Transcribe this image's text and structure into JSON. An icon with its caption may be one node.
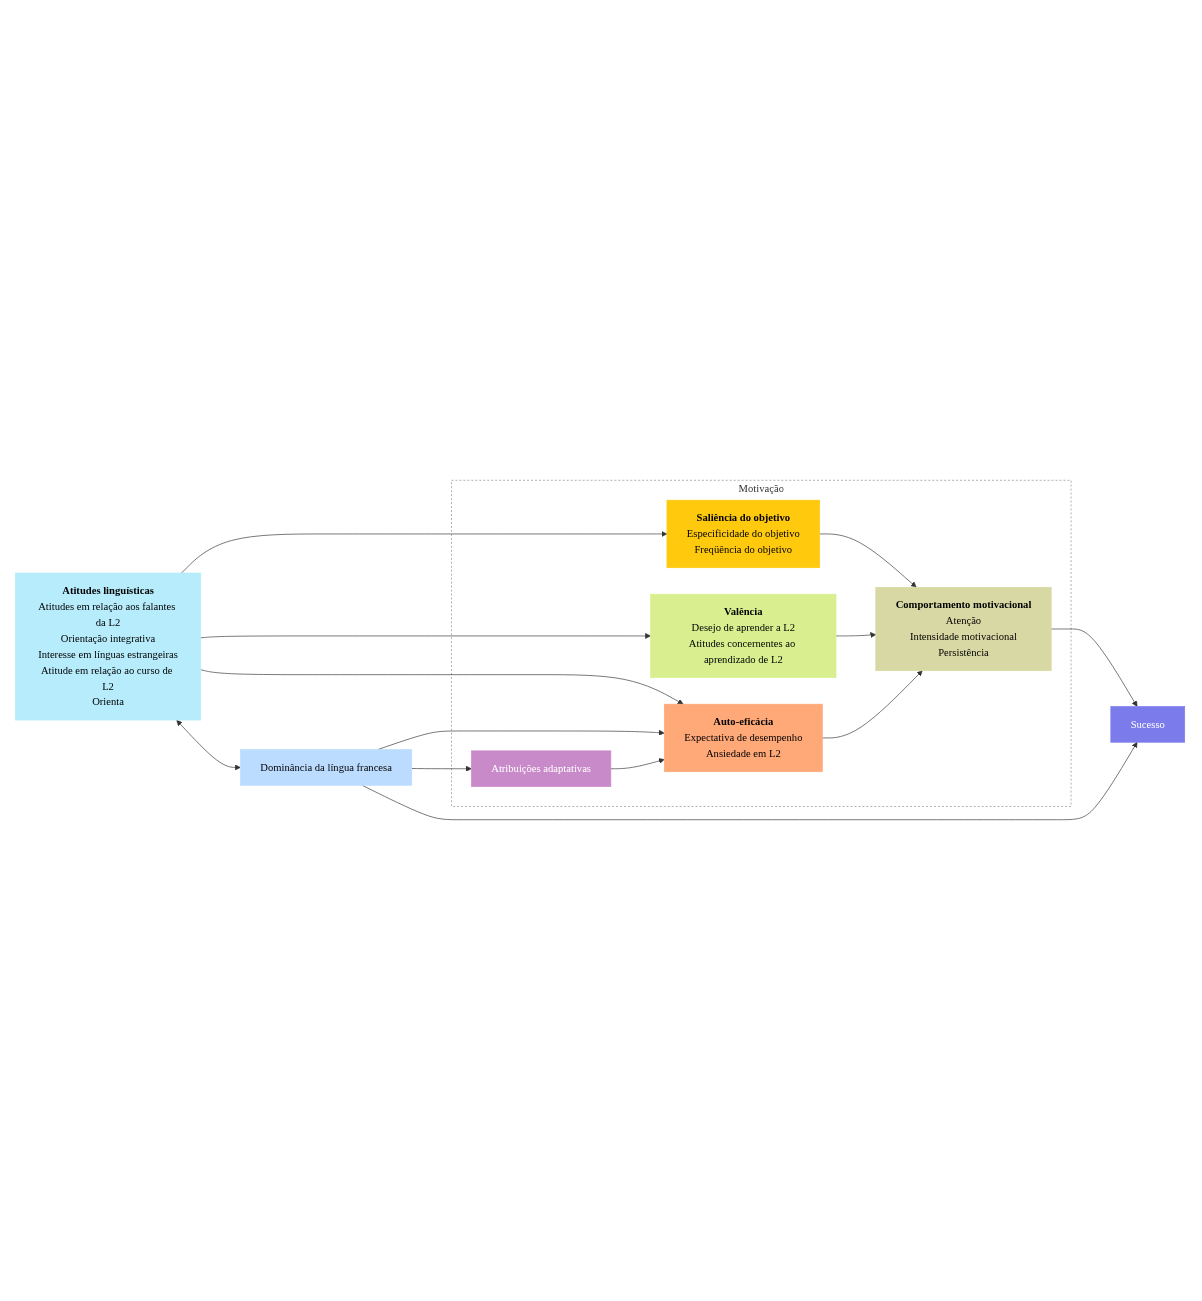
{
  "diagram": {
    "nodes": [
      {
        "text": [
          "Atitudes linguísticas",
          "Atitudes em relação aos falantes da L2",
          "Orientação integrativa",
          "Interesse em línguas estrangeiras",
          "Atitude em relação ao curso de L2",
          "Orienta"
        ]
      },
      {
        "text": [
          "Motivação"
        ]
      },
      {
        "text": [
          "Saliência do objetivo",
          "Especificidade do objetivo",
          "Freqüência do objetivo"
        ],
        "in": 1
      },
      {
        "text": [
          "Comportamento motivacional",
          "Atenção",
          "Intensidade motivacional",
          "Persistência"
        ],
        "in": 1
      },
      {
        "text": [
          "Valência",
          "Desejo de aprender a L2",
          "Atitudes concernentes ao aprendizado de L2"
        ],
        "in": 1
      },
      {
        "text": [
          "Auto-eficácia",
          "Expectativa de desempenho",
          "Ansiedade em L2"
        ],
        "in": 1
      },
      {
        "text": [
          "Atribuições adaptativas"
        ],
        "in": 1
      },
      {
        "text": [
          "Dominância da língua francesa"
        ]
      },
      {
        "text": [
          "Sucesso"
        ]
      }
    ],
    "edges": [
      {
        "from": 0,
        "to": 2,
        "arrow": "to"
      },
      {
        "from": 0,
        "to": 4,
        "arrow": "to"
      },
      {
        "from": 0,
        "to": 5,
        "arrow": "to"
      },
      {
        "from": 0,
        "to": 7,
        "arrow": "both"
      },
      {
        "from": 2,
        "to": 3,
        "arrow": "to"
      },
      {
        "from": 4,
        "to": 3,
        "arrow": "to"
      },
      {
        "from": 5,
        "to": 3,
        "arrow": "to"
      },
      {
        "from": 3,
        "to": 8,
        "arrow": "to"
      },
      {
        "from": 7,
        "to": 5,
        "arrow": "to"
      },
      {
        "from": 7,
        "to": 6,
        "arrow": "to"
      },
      {
        "from": 6,
        "to": 5,
        "arrow": "to"
      },
      {
        "from": 7,
        "to": 8,
        "arrow": "to"
      }
    ]
  }
}
